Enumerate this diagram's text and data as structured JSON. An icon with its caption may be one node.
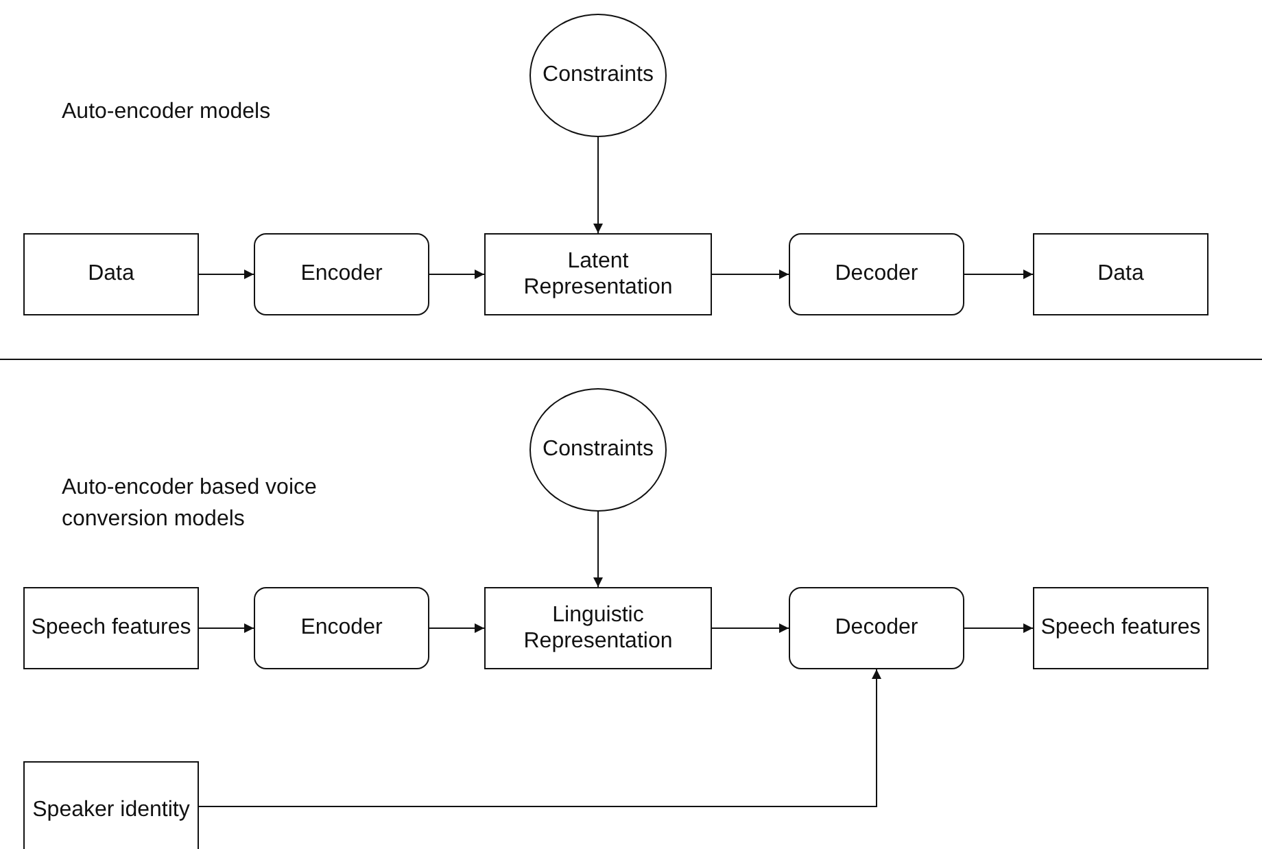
{
  "diagram": {
    "nodes": [
      {
        "text": [
          "Constraints"
        ]
      },
      {
        "text": [
          "Data"
        ]
      },
      {
        "text": [
          "Encoder"
        ]
      },
      {
        "text": [
          "Latent Representation"
        ]
      },
      {
        "text": [
          "Decoder"
        ]
      },
      {
        "text": [
          "Data"
        ]
      },
      {
        "text": [
          "Constraints"
        ]
      },
      {
        "text": [
          "Speech features"
        ]
      },
      {
        "text": [
          "Encoder"
        ]
      },
      {
        "text": [
          "Linguistic Representation"
        ]
      },
      {
        "text": [
          "Decoder"
        ]
      },
      {
        "text": [
          "Speech features"
        ]
      },
      {
        "text": [
          "Speaker identity"
        ]
      }
    ],
    "edges": [
      {
        "from": 0,
        "to": 3,
        "arrow": "to"
      },
      {
        "from": 1,
        "to": 2,
        "arrow": "to"
      },
      {
        "from": 2,
        "to": 3,
        "arrow": "to"
      },
      {
        "from": 3,
        "to": 4,
        "arrow": "to"
      },
      {
        "from": 4,
        "to": 5,
        "arrow": "to"
      },
      {
        "from": 6,
        "to": 9,
        "arrow": "to"
      },
      {
        "from": 7,
        "to": 8,
        "arrow": "to"
      },
      {
        "from": 8,
        "to": 9,
        "arrow": "to"
      },
      {
        "from": 9,
        "to": 10,
        "arrow": "to"
      },
      {
        "from": 10,
        "to": 11,
        "arrow": "to"
      },
      {
        "from": 12,
        "to": 10,
        "arrow": "to"
      }
    ],
    "labels": [
      "Auto-encoder models",
      "Auto-encoder based voice conversion models"
    ]
  }
}
